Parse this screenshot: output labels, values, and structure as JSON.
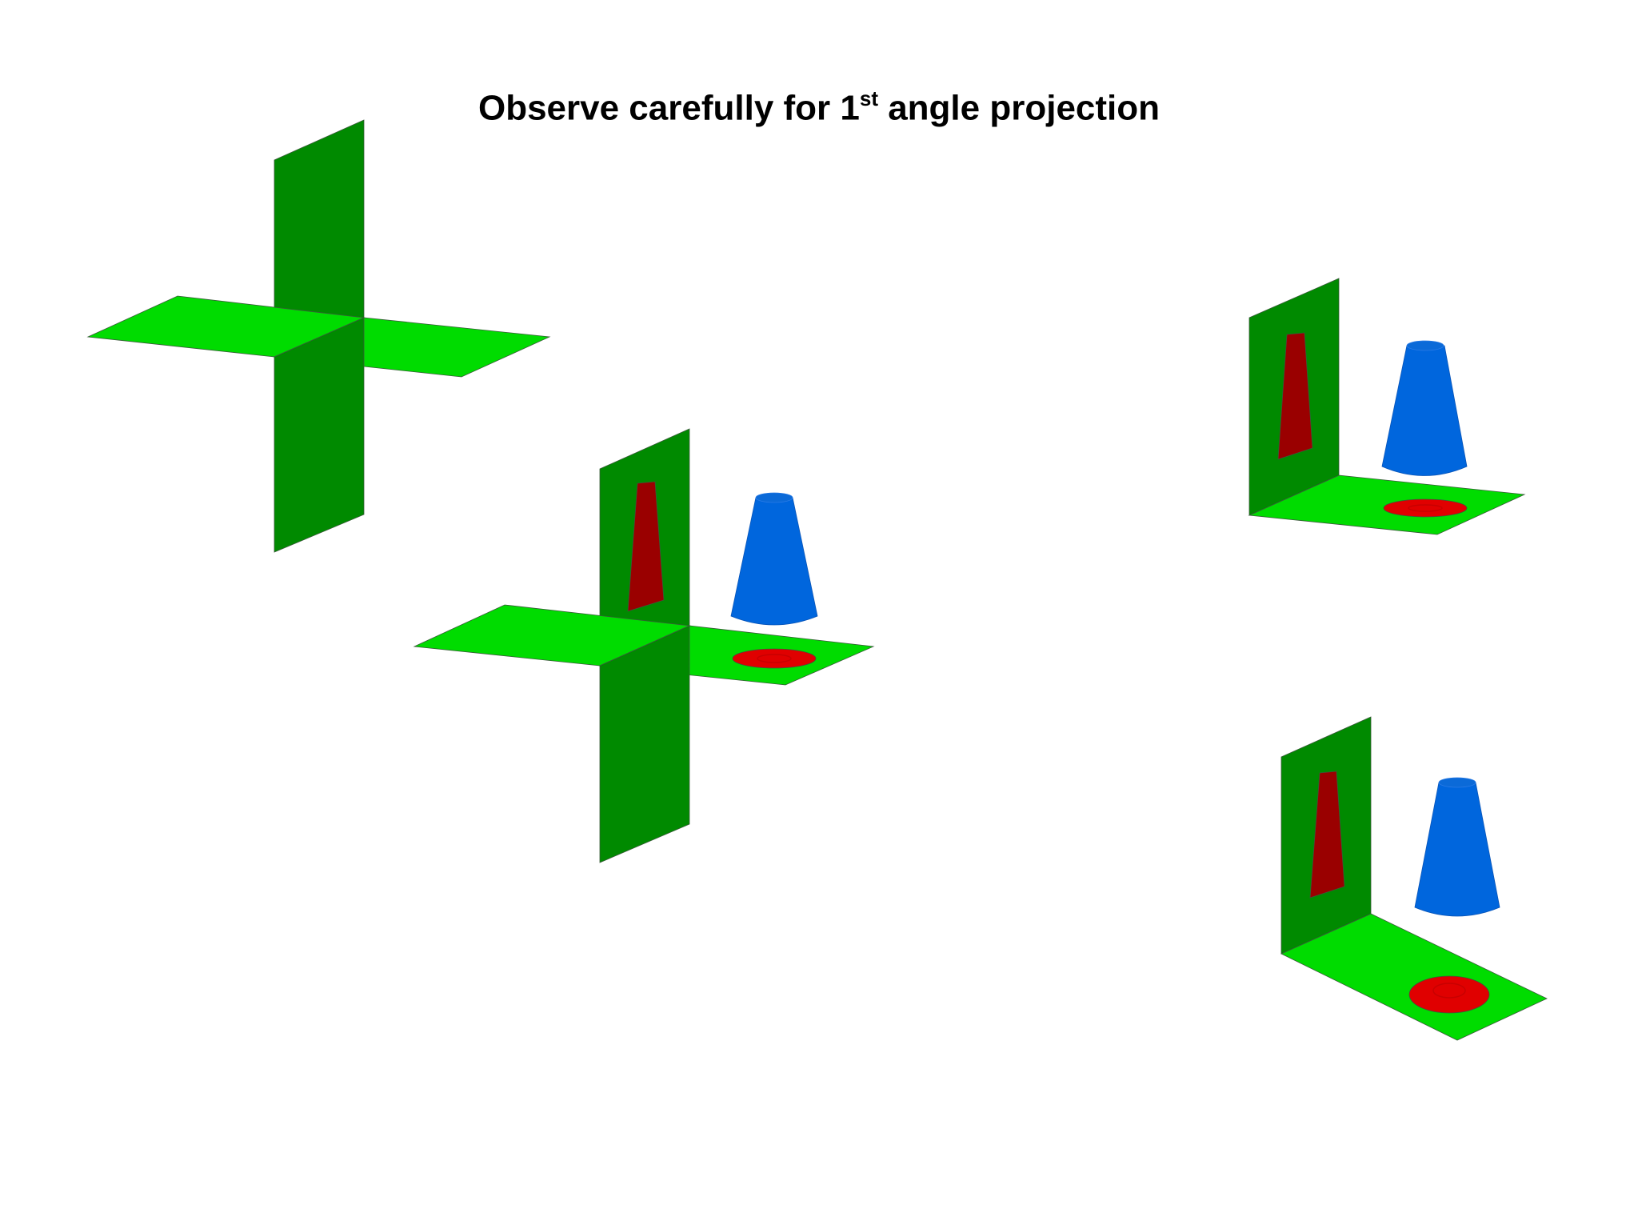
{
  "title": {
    "before": "Observe carefully for 1",
    "sup": "st",
    "after": " angle projection"
  },
  "colors": {
    "vertical_plane": "#008a00",
    "horizontal_plane": "#00dc00",
    "projection_red": "#9a0000",
    "plan_red": "#e00000",
    "cone_blue": "#0066dd",
    "cone_top": "#0b6ad8",
    "background": "#ffffff"
  },
  "figures": [
    "empty-intersecting-planes",
    "planes-with-cone-and-projections",
    "quadrant-with-cone",
    "quadrant-opened-with-cone"
  ]
}
